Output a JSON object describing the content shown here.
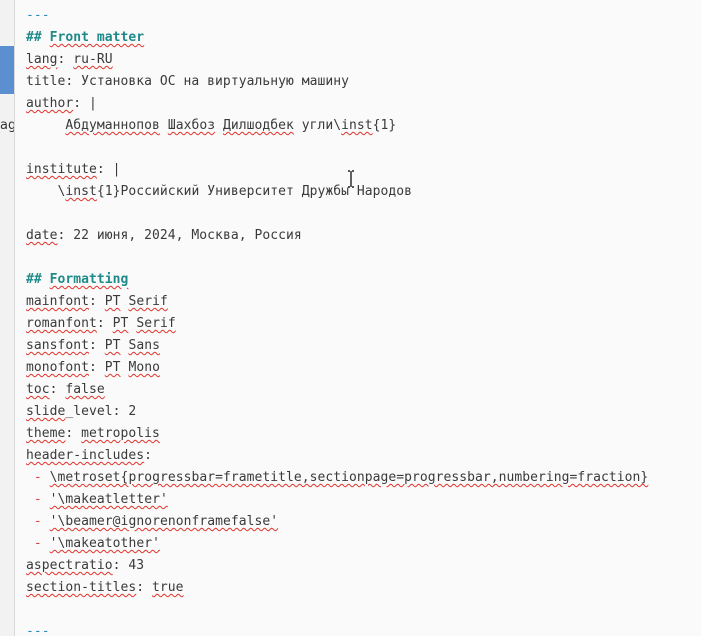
{
  "background_window": {
    "text_fragment": "ag"
  },
  "editor": {
    "lines": {
      "sep_top": "---",
      "heading_front": {
        "hash": "## ",
        "text": "Front matter"
      },
      "lang": {
        "key": "lang",
        "value": "ru-RU"
      },
      "title": {
        "key": "title",
        "value": "Установка ОС на виртуальную машину"
      },
      "author": {
        "key": "author",
        "value": "|"
      },
      "author_name": {
        "w1": "Абдуманнопов",
        "w2": "Шахбоз",
        "w3": "Дилшодбек",
        "w4": "угли\\",
        "w5": "inst",
        "w6": "{1}"
      },
      "institute": {
        "key": "institute",
        "value": "|"
      },
      "institute_val": {
        "pre": "\\",
        "cmd": "inst",
        "text": "{1}Российский Университет Дружбы Народов"
      },
      "date": {
        "key": "date",
        "value": "22 июня, 2024, Москва, Россия"
      },
      "heading_formatting": {
        "hash": "## ",
        "text": "Formatting"
      },
      "mainfont": {
        "key": "mainfont",
        "v1": "PT",
        "v2": "Serif"
      },
      "romanfont": {
        "key": "romanfont",
        "v1": "PT",
        "v2": "Serif"
      },
      "sansfont": {
        "key": "sansfont",
        "v1": "PT",
        "v2": "Sans"
      },
      "monofont": {
        "key": "monofont",
        "v1": "PT",
        "v2": "Mono"
      },
      "toc": {
        "key": "toc",
        "value": "false"
      },
      "slide_level": {
        "key_a": "slide",
        "key_b": "_level",
        "value": "2"
      },
      "theme": {
        "key": "theme",
        "value": "metropolis"
      },
      "header_includes": {
        "key": "header-includes"
      },
      "hi1": {
        "dash": "-",
        "text": "\\metroset{progressbar=frametitle,sectionpage=progressbar,numbering=fraction}"
      },
      "hi2": {
        "dash": "-",
        "text": "'\\makeatletter'"
      },
      "hi3": {
        "dash": "-",
        "text": "'\\beamer@ignorenonframefalse'"
      },
      "hi4": {
        "dash": "-",
        "text": "'\\makeatother'"
      },
      "aspectratio": {
        "key": "aspectratio",
        "value": "43"
      },
      "section_titles": {
        "key": "section-titles",
        "value": "true"
      },
      "sep_bottom": "---"
    }
  }
}
